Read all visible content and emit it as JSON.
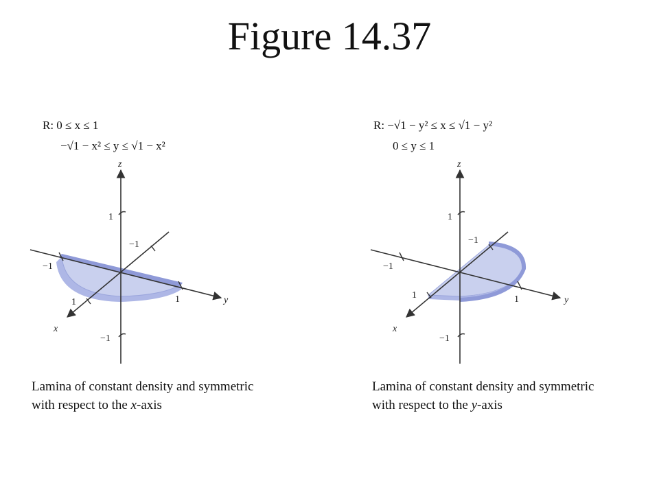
{
  "title": "Figure 14.37",
  "left_panel": {
    "region_line1": "R: 0 ≤ x ≤ 1",
    "region_line2": "−√1 − x² ≤ y ≤ √1 − x²",
    "axis_z": "z",
    "axis_y": "y",
    "axis_x": "x",
    "tick_z_pos": "1",
    "tick_z_neg": "−1",
    "tick_x_neg": "−1",
    "tick_y_neg": "−1",
    "tick_y_pos": "1",
    "tick_x_pos": "1",
    "caption_line1": "Lamina of constant density and symmetric",
    "caption_line2_pre": "with respect to the ",
    "caption_line2_var": "x",
    "caption_line2_post": "-axis"
  },
  "right_panel": {
    "region_line1": "R: −√1 − y² ≤ x ≤ √1 − y²",
    "region_line2": "0 ≤ y ≤ 1",
    "axis_z": "z",
    "axis_y": "y",
    "axis_x": "x",
    "tick_z_pos": "1",
    "tick_z_neg": "−1",
    "tick_x_neg": "−1",
    "tick_y_neg": "−1",
    "tick_y_pos": "1",
    "tick_x_pos": "1",
    "caption_line1": "Lamina of constant density and symmetric",
    "caption_line2_pre": "with respect to the ",
    "caption_line2_var": "y",
    "caption_line2_post": "-axis"
  },
  "colors": {
    "lamina_fill": "#c9d0ee",
    "lamina_edge": "#8f9ad8",
    "axis": "#333333"
  }
}
